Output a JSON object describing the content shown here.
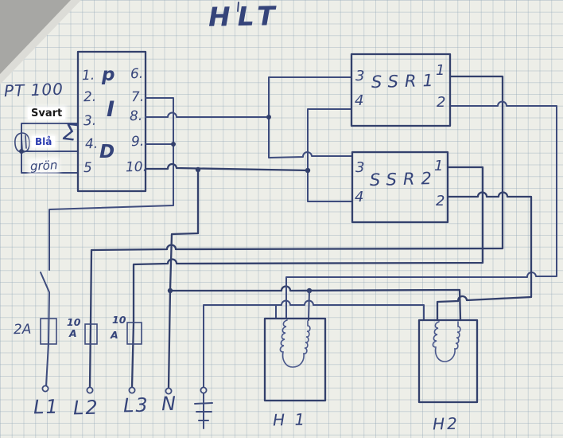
{
  "title": "HLT",
  "pt100": {
    "label": "PT 100",
    "wire_black": "Svart",
    "wire_blue": "Blå",
    "wire_green": "grön",
    "splice_symbol": "Σ"
  },
  "pid": {
    "pins_left": [
      "1.",
      "2.",
      "3.",
      "4.",
      "5"
    ],
    "pins_right": [
      "6.",
      "7.",
      "8.",
      "9.",
      "10."
    ],
    "letter_p": "p",
    "letter_i": "I",
    "letter_d": "D"
  },
  "ssr1": {
    "name": "SSR1",
    "pin3": "3",
    "pin4": "4",
    "pin1": "1",
    "pin2": "2"
  },
  "ssr2": {
    "name": "SSR2",
    "pin3": "3",
    "pin4": "4",
    "pin1": "1",
    "pin2": "2"
  },
  "fuse1": {
    "rating": "2A"
  },
  "fuse2": {
    "rating_top": "10",
    "rating_bottom": "A"
  },
  "fuse3": {
    "rating_top": "10",
    "rating_bottom": "A"
  },
  "terminals": {
    "l1": "L1",
    "l2": "L2",
    "l3": "L3",
    "n": "N"
  },
  "heaters": {
    "h1": "H 1",
    "h2": "H2"
  },
  "colors": {
    "ink": "#3e4c7d",
    "ink_dark": "#33406c",
    "paper": "#edeee8",
    "grid_line": "#94a8b8",
    "corner_grey": "#a7a7a4",
    "label_black": "#1a1a1a",
    "label_blue": "#2b3cb0"
  }
}
